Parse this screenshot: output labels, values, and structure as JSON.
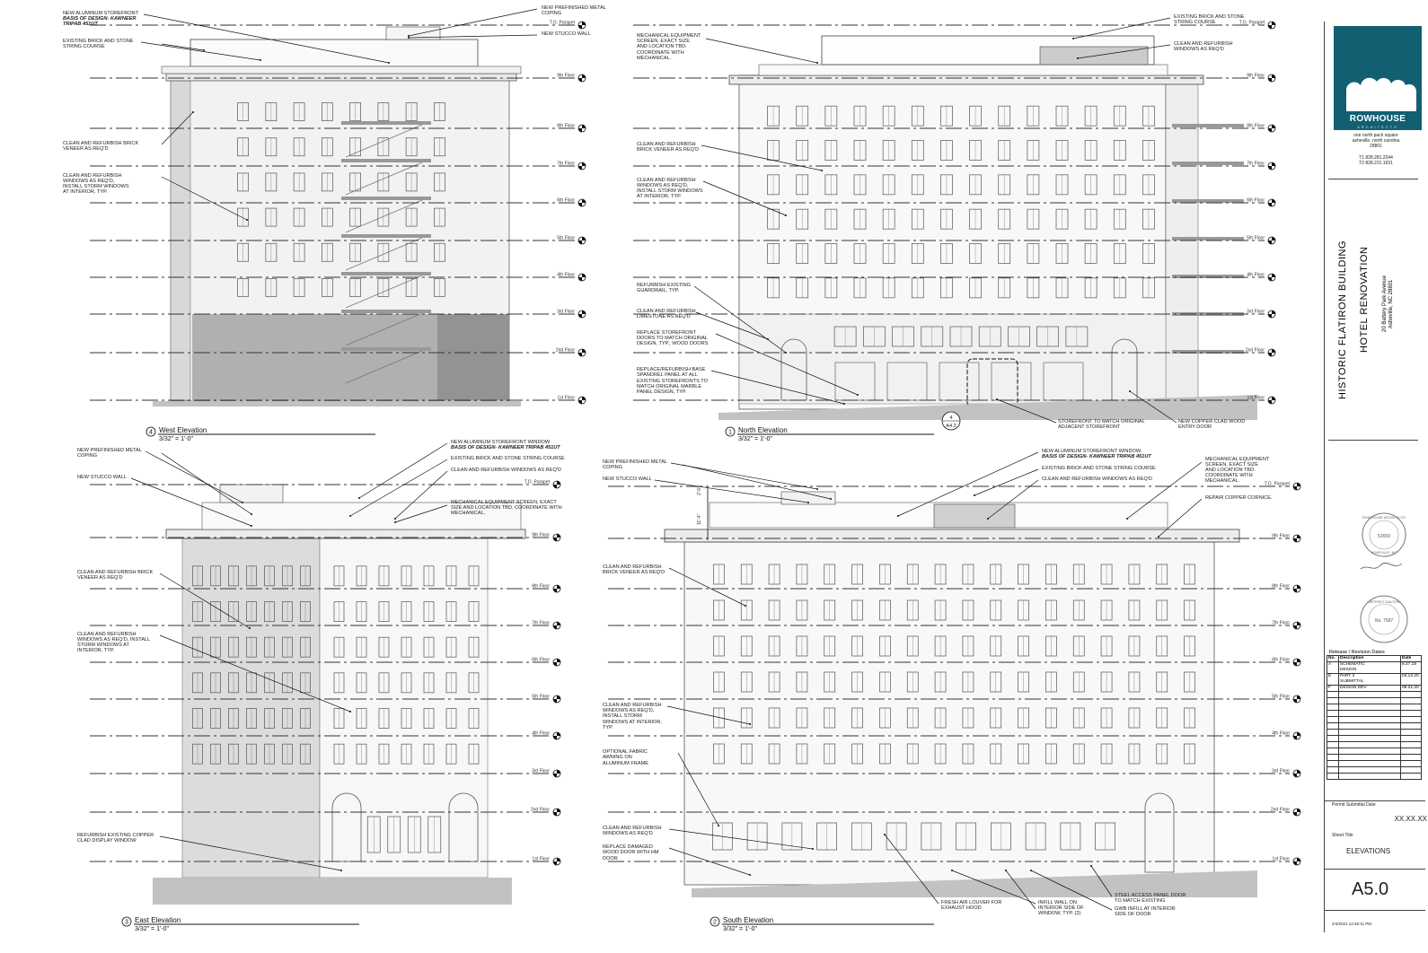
{
  "views": {
    "west": {
      "number": "4",
      "title": "West Elevation",
      "scale": "3/32\" = 1'-0\"",
      "levels": [
        "T.O. Parapet",
        "9th Floor",
        "8th Floor",
        "7th Floor",
        "6th Floor",
        "5th Floor",
        "4th Floor",
        "3rd Floor",
        "2nd Floor",
        "1st Floor"
      ],
      "notes": [
        {
          "text": "NEW ALUMINUM STOREFRONT"
        },
        {
          "text": "BASIS OF DESIGN- KAWNEER"
        },
        {
          "text": "TRIPAB 451UT"
        },
        {
          "text": "NEW PREFINISHED METAL"
        },
        {
          "text": "COPING"
        },
        {
          "text": "NEW STUCCO WALL"
        },
        {
          "text": "EXISTING BRICK AND STONE"
        },
        {
          "text": "STRING COURSE"
        },
        {
          "text": "CLEAN AND REFURBISH BRICK"
        },
        {
          "text": "VENEER AS REQ'D"
        },
        {
          "text": "CLEAN AND REFURBISH"
        },
        {
          "text": "WINDOWS AS REQ'D,"
        },
        {
          "text": "INSTALL STORM WINDOWS"
        },
        {
          "text": "AT INTERIOR, TYP."
        }
      ]
    },
    "north": {
      "number": "1",
      "title": "North Elevation",
      "scale": "3/32\" = 1'-0\"",
      "detail_tag": "A4.2",
      "detail_num": "4",
      "levels": [
        "T.O. Parapet",
        "9th Floor",
        "8th Floor",
        "7th Floor",
        "6th Floor",
        "5th Floor",
        "4th Floor",
        "3rd Floor",
        "2nd Floor",
        "1st Floor"
      ],
      "notes": [
        {
          "text": "EXISTING BRICK AND STONE"
        },
        {
          "text": "STRING COURSE"
        },
        {
          "text": "MECHANICAL EQUIPMENT"
        },
        {
          "text": "SCREEN, EXACT SIZE"
        },
        {
          "text": "AND LOCATION TBD."
        },
        {
          "text": "COORDINATE WITH"
        },
        {
          "text": "MECHANICAL."
        },
        {
          "text": "CLEAN AND REFURBISH"
        },
        {
          "text": "WINDOWS AS REQ'D"
        },
        {
          "text": "CLEAN AND REFURBISH"
        },
        {
          "text": "BRICK VENEER AS REQ'D"
        },
        {
          "text": "CLEAN AND REFURBISH"
        },
        {
          "text": "WINDOWS AS REQ'D,"
        },
        {
          "text": "INSTALL STORM WINDOWS"
        },
        {
          "text": "AT INTERIOR, TYP."
        },
        {
          "text": "REFURBISH EXISTING"
        },
        {
          "text": "GUARDRAIL, TYP."
        },
        {
          "text": "CLEAN AND REFURBISH"
        },
        {
          "text": "LIMESTONE AS REQ'D"
        },
        {
          "text": "REPLACE STOREFRONT"
        },
        {
          "text": "DOORS TO MATCH ORIGINAL"
        },
        {
          "text": "DESIGN, TYP.; WOOD DOORS"
        },
        {
          "text": "REPLACE/REFURBISH BASE"
        },
        {
          "text": "SPANDREL PANEL AT ALL"
        },
        {
          "text": "EXISTING STOREFRONTS TO"
        },
        {
          "text": "MATCH ORIGINAL MARBLE"
        },
        {
          "text": "PANEL DESIGN, TYP."
        },
        {
          "text": "STOREFRONT TO MATCH ORIGINAL"
        },
        {
          "text": "ADJACENT STOREFRONT"
        },
        {
          "text": "NEW COPPER CLAD WOOD"
        },
        {
          "text": "ENTRY DOOR"
        }
      ]
    },
    "east": {
      "number": "3",
      "title": "East Elevation",
      "scale": "3/32\" = 1'-0\"",
      "levels": [
        "T.O. Parapet",
        "9th Floor",
        "8th Floor",
        "7th Floor",
        "6th Floor",
        "5th Floor",
        "4th Floor",
        "3rd Floor",
        "2nd Floor",
        "1st Floor"
      ],
      "notes": [
        {
          "text": "NEW PREFINISHED METAL"
        },
        {
          "text": "COPING"
        },
        {
          "text": "NEW STUCCO WALL"
        },
        {
          "text": "NEW ALUMINUM STOREFRONT WINDOW"
        },
        {
          "text": "BASIS OF DESIGN- KAWNEER TRIPAB 451UT"
        },
        {
          "text": "EXISTING BRICK AND STONE STRING COURSE"
        },
        {
          "text": "CLEAN AND REFURBISH WINDOWS AS REQ'D"
        },
        {
          "text": "MECHANICAL EQUIPMENT SCREEN, EXACT"
        },
        {
          "text": "SIZE AND LOCATION TBD. COORDINATE WITH"
        },
        {
          "text": "MECHANICAL."
        },
        {
          "text": "CLEAN AND REFURBISH BRICK"
        },
        {
          "text": "VENEER AS REQ'D"
        },
        {
          "text": "CLEAN AND REFURBISH"
        },
        {
          "text": "WINDOWS AS REQ'D, INSTALL"
        },
        {
          "text": "STORM WINDOWS AT"
        },
        {
          "text": "INTERIOR, TYP."
        },
        {
          "text": "REFURBISH EXISTING COPPER"
        },
        {
          "text": "CLAD DISPLAY WINDOW"
        }
      ]
    },
    "south": {
      "number": "2",
      "title": "South Elevation",
      "scale": "3/32\" = 1'-0\"",
      "dims": [
        "2'-6\"",
        "11'-4\""
      ],
      "levels": [
        "T.O. Parapet",
        "9th Floor",
        "8th Floor",
        "7th Floor",
        "6th Floor",
        "5th Floor",
        "4th Floor",
        "3rd Floor",
        "2nd Floor",
        "1st Floor"
      ],
      "notes": [
        {
          "text": "NEW PREFINISHED METAL"
        },
        {
          "text": "COPING"
        },
        {
          "text": "NEW STUCCO WALL"
        },
        {
          "text": "NEW ALUMINUM STOREFRONT WINDOW,"
        },
        {
          "text": "BASIS OF DESIGN- KAWNEER TRIPAB 451UT"
        },
        {
          "text": "EXISTING BRICK AND STONE STRING COURSE"
        },
        {
          "text": "CLEAN AND REFURBISH WINDOWS AS REQ'D"
        },
        {
          "text": "MECHANICAL EQUIPMENT"
        },
        {
          "text": "SCREEN, EXACT SIZE"
        },
        {
          "text": "AND LOCATION TBD."
        },
        {
          "text": "COORDINATE WITH"
        },
        {
          "text": "MECHANICAL."
        },
        {
          "text": "REPAIR COPPER CORNICE."
        },
        {
          "text": "CLEAN AND REFURBISH"
        },
        {
          "text": "BRICK VENEER AS REQ'D"
        },
        {
          "text": "CLEAN AND REFURBISH"
        },
        {
          "text": "WINDOWS AS REQ'D,"
        },
        {
          "text": "INSTALL STORM"
        },
        {
          "text": "WINDOWS AT INTERIOR,"
        },
        {
          "text": "TYP."
        },
        {
          "text": "OPTIONAL FABRIC"
        },
        {
          "text": "AWNING ON"
        },
        {
          "text": "ALUMINUM FRAME"
        },
        {
          "text": "CLEAN AND REFURBISH"
        },
        {
          "text": "WINDOWS AS REQ'D"
        },
        {
          "text": "REPLACE DAMAGED"
        },
        {
          "text": "WOOD DOOR WITH HM"
        },
        {
          "text": "DOOR"
        },
        {
          "text": "FRESH AIR LOUVER FOR"
        },
        {
          "text": "EXHAUST HOOD"
        },
        {
          "text": "INFILL WALL ON"
        },
        {
          "text": "INTERIOR SIDE OF"
        },
        {
          "text": "WINDOW, TYP. (2)"
        },
        {
          "text": "STEEL ACCESS PANEL DOOR"
        },
        {
          "text": "TO MATCH EXISTING"
        },
        {
          "text": "GWB INFILL AT INTERIOR"
        },
        {
          "text": "SIDE OF DOOR"
        }
      ]
    }
  },
  "title_block": {
    "firm": "ROWHOUSE",
    "firm_sub": "ARCHITECTS",
    "address_1": "one north pack square",
    "address_2": "asheville, north carolina",
    "address_3": "28801",
    "phone_1": "T1 828.281.2344",
    "phone_2": "T2 828.231.1931",
    "project_1": "HISTORIC FLATIRON BUILDING",
    "project_2": "HOTEL RENOVATION",
    "project_addr_1": "20 Battery Park Avenue",
    "project_addr_2": "Asheville, NC 28801",
    "seal_1_top": "ROWHOUSE ARCHITECTS",
    "seal_1_num": "52659",
    "seal_1_bottom": "ASHEVILLE, NC",
    "seal_2_top": "JEFFREY DALTON",
    "seal_2_num": "No. 7587",
    "revision_title": "Release / Revision Dates",
    "rev_headers": [
      "No.",
      "Description",
      "Date"
    ],
    "revisions": [
      {
        "no": "A",
        "desc": "SCHEMATIC",
        "desc2": "DESIGN",
        "date": "8.27.18"
      },
      {
        "no": "E",
        "desc": "PART 2",
        "desc2": "SUBMITTAL",
        "date": "03.13.20"
      },
      {
        "no": "F",
        "desc": "DESIGN DEV",
        "desc2": "",
        "date": "08.21.20"
      }
    ],
    "permit_label": "Permit Submittal Date",
    "permit_value": "XX.XX.XX",
    "sheet_title_label": "Sheet Title",
    "sheet_title": "ELEVATIONS",
    "sheet_number": "A5.0",
    "timestamp": "2/4/2021 12:48:11 PM"
  },
  "colors": {
    "line": "#222222",
    "wall": "#9a9a9a",
    "light_wall": "#e2e2e2",
    "ground": "#c2c2c2",
    "brand": "#125f72"
  }
}
